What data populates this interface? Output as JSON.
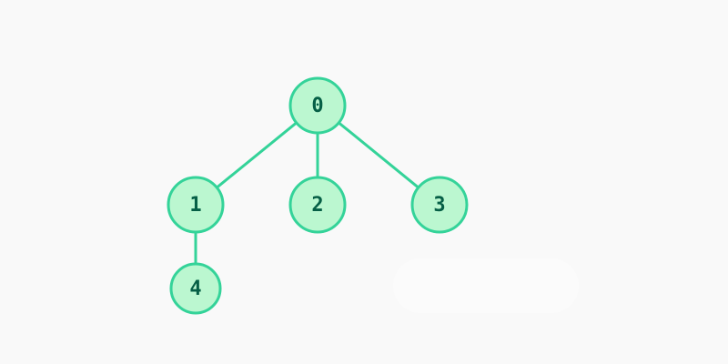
{
  "colors": {
    "background": "#f9f9f9",
    "node_fill": "#bbf7d0",
    "node_stroke": "#34d399",
    "edge": "#34d399",
    "label": "#065f46"
  },
  "tree": {
    "nodes": [
      {
        "id": "0",
        "label": "0",
        "parent": null
      },
      {
        "id": "1",
        "label": "1",
        "parent": "0"
      },
      {
        "id": "2",
        "label": "2",
        "parent": "0"
      },
      {
        "id": "3",
        "label": "3",
        "parent": "0"
      },
      {
        "id": "4",
        "label": "4",
        "parent": "1"
      }
    ],
    "edges": [
      {
        "from": "0",
        "to": "1"
      },
      {
        "from": "0",
        "to": "2"
      },
      {
        "from": "0",
        "to": "3"
      },
      {
        "from": "1",
        "to": "4"
      }
    ]
  }
}
